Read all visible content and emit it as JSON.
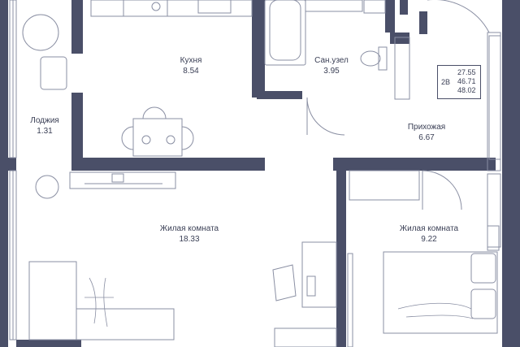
{
  "rooms": {
    "loggia": {
      "name": "Лоджия",
      "area": "1.31"
    },
    "kitchen": {
      "name": "Кухня",
      "area": "8.54"
    },
    "bathroom": {
      "name": "Сан.узел",
      "area": "3.95"
    },
    "hallway": {
      "name": "Прихожая",
      "area": "6.67"
    },
    "living_room": {
      "name": "Жилая комната",
      "area": "18.33"
    },
    "bedroom": {
      "name": "Жилая комната",
      "area": "9.22"
    }
  },
  "apartment": {
    "code": "2В",
    "areas": [
      "27.55",
      "46.71",
      "48.02"
    ]
  },
  "colors": {
    "wall": "#4a4f68",
    "line": "#8a8fa3",
    "text": "#3a3f55"
  }
}
